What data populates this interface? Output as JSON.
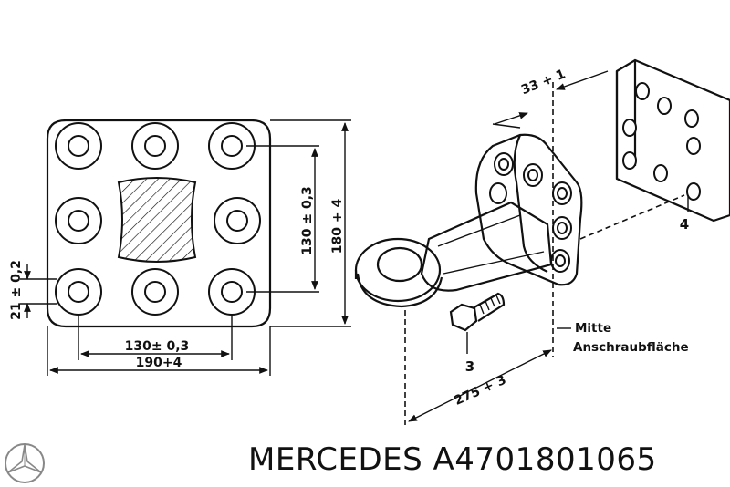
{
  "dimensions": {
    "bolt_spacing_vertical": "130 ± 0,3",
    "plate_height": "180 + 4",
    "edge_offset": "21 ± 0,2",
    "bolt_spacing_horizontal": "130± 0,3",
    "plate_width": "190+4",
    "flange_offset": "33 + 1",
    "eye_to_mount": "275 + 3"
  },
  "callouts": {
    "bolt": "3",
    "plate": "4"
  },
  "note": {
    "line1": "Mitte",
    "line2": "Anschraubfläche"
  },
  "caption": {
    "brand": "MERCEDES",
    "part_number": "A4701801065"
  },
  "logo": {
    "icon": "three-pointed-star-icon"
  }
}
